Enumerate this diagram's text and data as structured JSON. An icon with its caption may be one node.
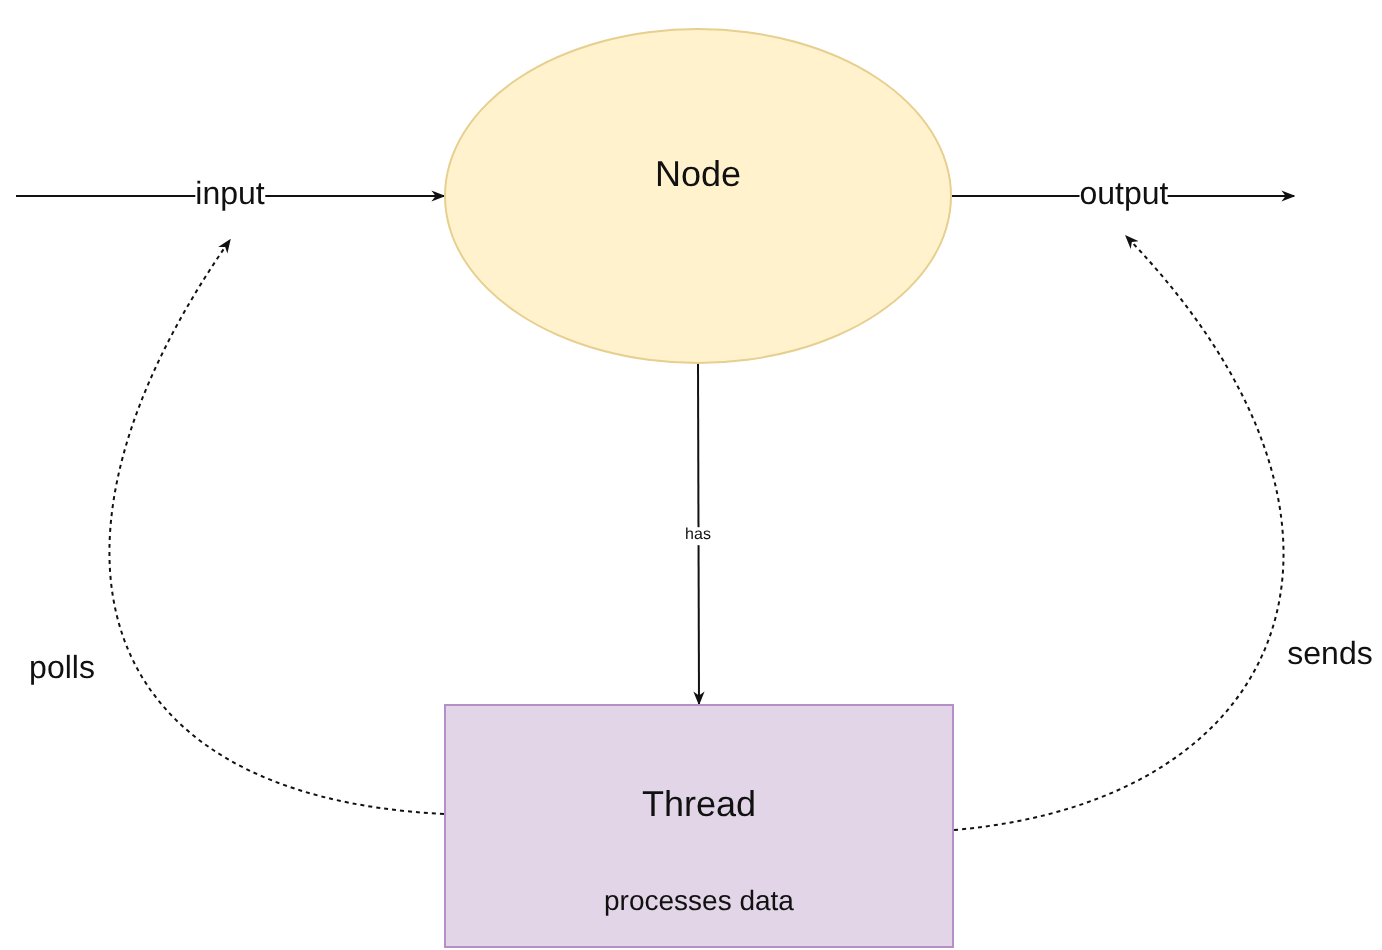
{
  "diagram": {
    "nodes": [
      {
        "text": [
          "Node"
        ]
      },
      {
        "text": [
          "Thread",
          "processes data"
        ]
      }
    ],
    "edges": [
      {
        "from": null,
        "to": 0,
        "arrow": "to",
        "label": "input"
      },
      {
        "from": 0,
        "to": null,
        "arrow": "to",
        "label": "output"
      },
      {
        "from": 0,
        "to": 1,
        "arrow": "to",
        "label": "has"
      },
      {
        "from": 1,
        "to": null,
        "arrow": "to",
        "label": "polls",
        "style": "dashed"
      },
      {
        "from": 1,
        "to": null,
        "arrow": "to",
        "label": "sends",
        "style": "dashed"
      }
    ]
  }
}
